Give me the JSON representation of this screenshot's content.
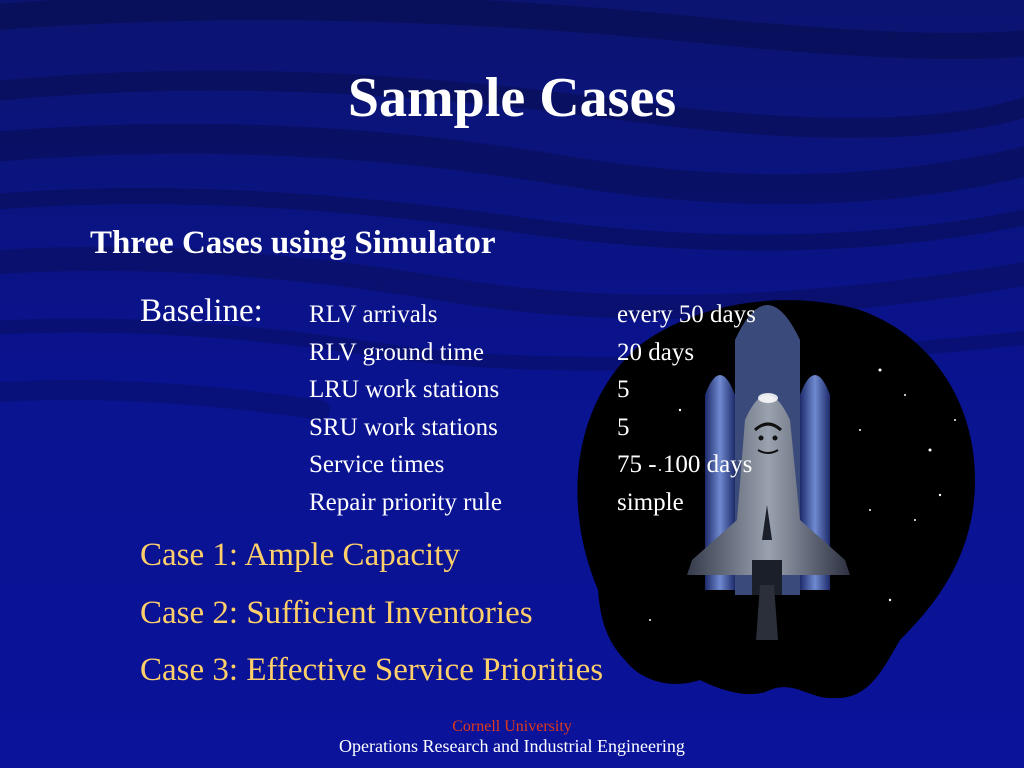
{
  "slide": {
    "title": "Sample Cases",
    "subtitle": "Three Cases using Simulator",
    "baseline_label": "Baseline:",
    "baseline_params": [
      {
        "name": "RLV arrivals",
        "value": "every 50 days"
      },
      {
        "name": "RLV ground time",
        "value": "20 days"
      },
      {
        "name": "LRU work stations",
        "value": "5"
      },
      {
        "name": "SRU work stations",
        "value": "5"
      },
      {
        "name": "Service times",
        "value": "75 - 100 days"
      },
      {
        "name": "Repair priority rule",
        "value": "simple"
      }
    ],
    "cases": [
      "Case 1: Ample Capacity",
      "Case 2: Sufficient Inventories",
      "Case 3: Effective Service Priorities"
    ]
  },
  "footer": {
    "university": "Cornell University",
    "department": "Operations Research and Industrial Engineering"
  },
  "colors": {
    "background": "#0a138a",
    "title": "#ffffff",
    "case_text": "#ffcf6a",
    "university_text": "#e23a1a"
  },
  "icons": {
    "illustration": "space-shuttle-on-night-sky"
  }
}
